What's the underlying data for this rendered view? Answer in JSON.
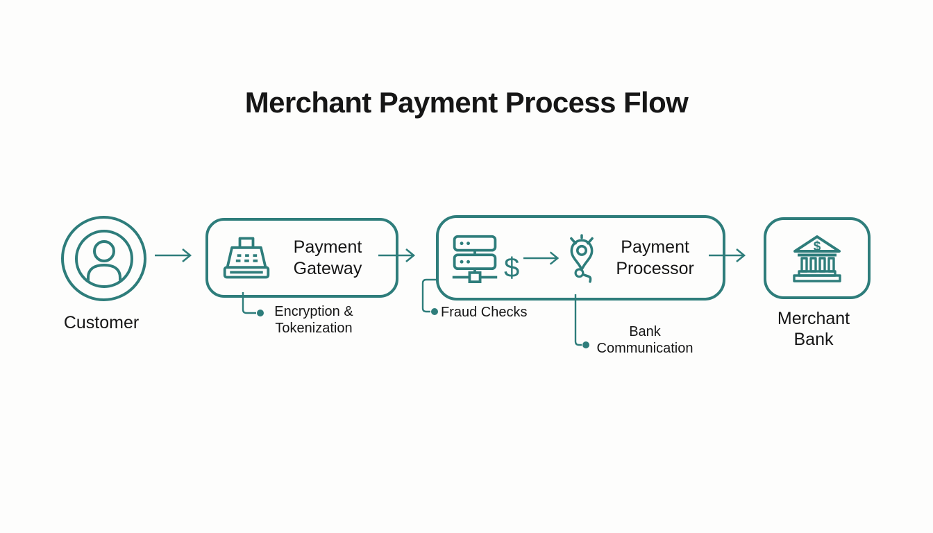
{
  "title": "Merchant Payment Process Flow",
  "colors": {
    "accent": "#2E7D7B",
    "text": "#161616",
    "background": "#FDFDFC"
  },
  "flow": {
    "customer": {
      "label": "Customer",
      "icon": "user-avatar-icon"
    },
    "gateway": {
      "line1": "Payment",
      "line2": "Gateway",
      "icon": "cash-register-icon"
    },
    "processor": {
      "line1": "Payment",
      "line2": "Processor",
      "icons": [
        "server-network-icon",
        "dollar-sign",
        "location-pin-hook-icon"
      ],
      "currency_symbol": "$"
    },
    "bank": {
      "line1": "Merchant",
      "line2": "Bank",
      "icon": "bank-building-icon",
      "roof_symbol": "$"
    }
  },
  "annotations": {
    "encryption": {
      "line1": "Encryption &",
      "line2": "Tokenization"
    },
    "fraud": {
      "line1": "Fraud Checks"
    },
    "bank_comm": {
      "line1": "Bank",
      "line2": "Communication"
    }
  }
}
